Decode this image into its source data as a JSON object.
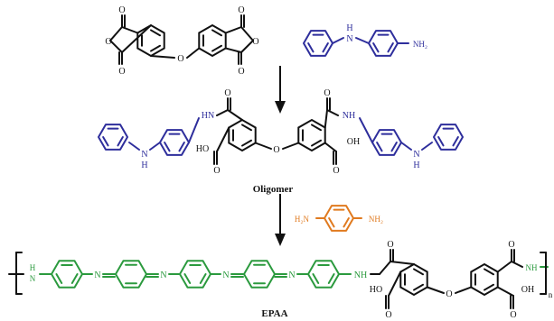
{
  "colors": {
    "black": "#111111",
    "blue": "#2e2e9c",
    "green": "#2b9a3e",
    "orange": "#e07a1f"
  },
  "captions": {
    "oligomer": "Oligomer",
    "epaa": "EPAA"
  },
  "atom_labels": {
    "O": "O",
    "N": "N",
    "NH": "NH",
    "HN": "HN",
    "H": "H",
    "NH2": "NH₂",
    "H2N": "H₂N",
    "OH": "OH",
    "HO": "HO",
    "n": "n"
  },
  "diagram": {
    "type": "reaction-scheme",
    "steps": [
      {
        "reactants": [
          "dianhydride",
          "4-aminodiphenylamine"
        ],
        "product": "Oligomer"
      },
      {
        "reagent": "p-phenylenediamine",
        "product": "EPAA"
      }
    ]
  }
}
